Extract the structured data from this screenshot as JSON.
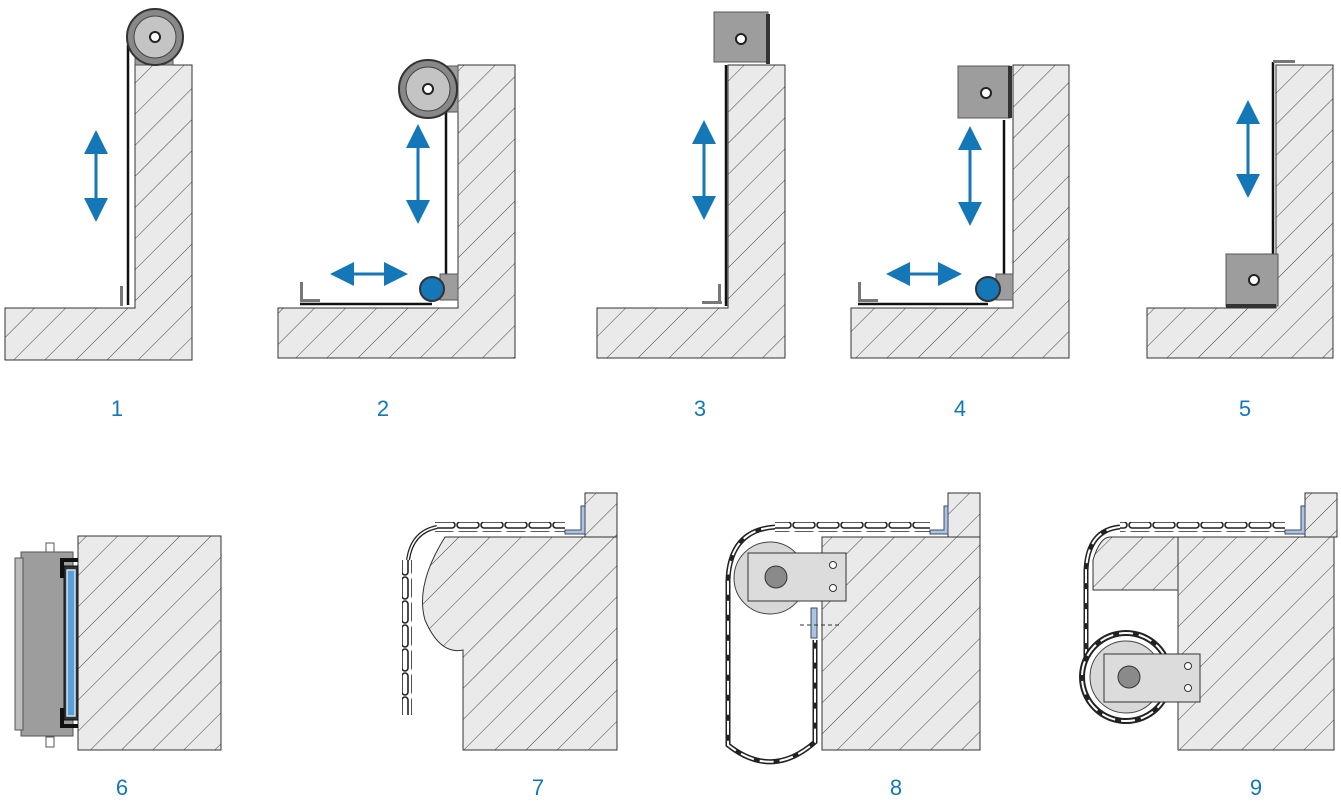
{
  "figures": [
    {
      "id": 1,
      "label": "1"
    },
    {
      "id": 2,
      "label": "2"
    },
    {
      "id": 3,
      "label": "3"
    },
    {
      "id": 4,
      "label": "4"
    },
    {
      "id": 5,
      "label": "5"
    },
    {
      "id": 6,
      "label": "6"
    },
    {
      "id": 7,
      "label": "7"
    },
    {
      "id": 8,
      "label": "8"
    },
    {
      "id": 9,
      "label": "9"
    }
  ],
  "colors": {
    "arrow": "#1477b8",
    "label": "#1477b8",
    "hatch_fill": "#eaeaea",
    "hatch_line": "#444444",
    "housing": "#9d9d9d",
    "chain": "#222222",
    "lens_blue": "#5aa0d8",
    "bracket": "#a9c6e0"
  }
}
